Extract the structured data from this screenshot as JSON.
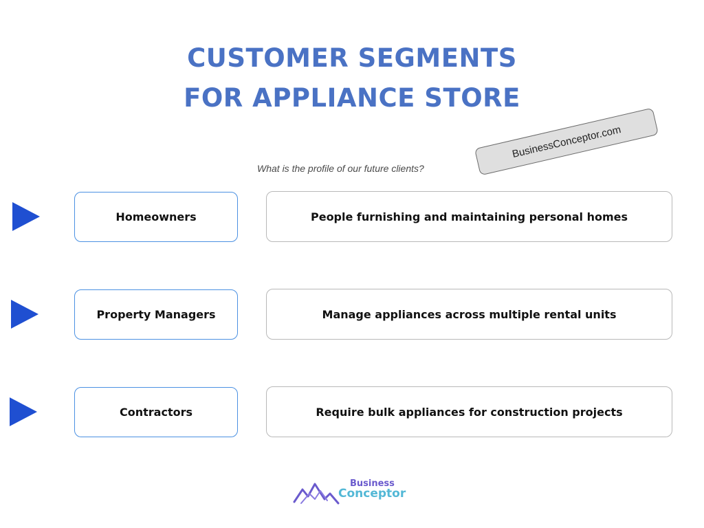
{
  "header": {
    "title_line_1": "CUSTOMER SEGMENTS",
    "title_line_2": "FOR APPLIANCE STORE",
    "subtitle": "What is the profile of our future clients?"
  },
  "stamp": {
    "text": "BusinessConceptor.com"
  },
  "segments": [
    {
      "name": "Homeowners",
      "description": "People furnishing and maintaining personal homes"
    },
    {
      "name": "Property Managers",
      "description": "Manage appliances across multiple rental units"
    },
    {
      "name": "Contractors",
      "description": "Require bulk appliances for construction projects"
    }
  ],
  "logo": {
    "line_1": "Business",
    "line_2": "Conceptor"
  },
  "colors": {
    "title": "#4a72c4",
    "arrow": "#1f4fd1",
    "segment_border": "#4a90e2",
    "logo_mountain": "#6a5acd",
    "logo_conceptor": "#53b8d6"
  },
  "icons": {
    "arrow": "triangle-right-icon",
    "logo": "mountain-logo-icon"
  }
}
